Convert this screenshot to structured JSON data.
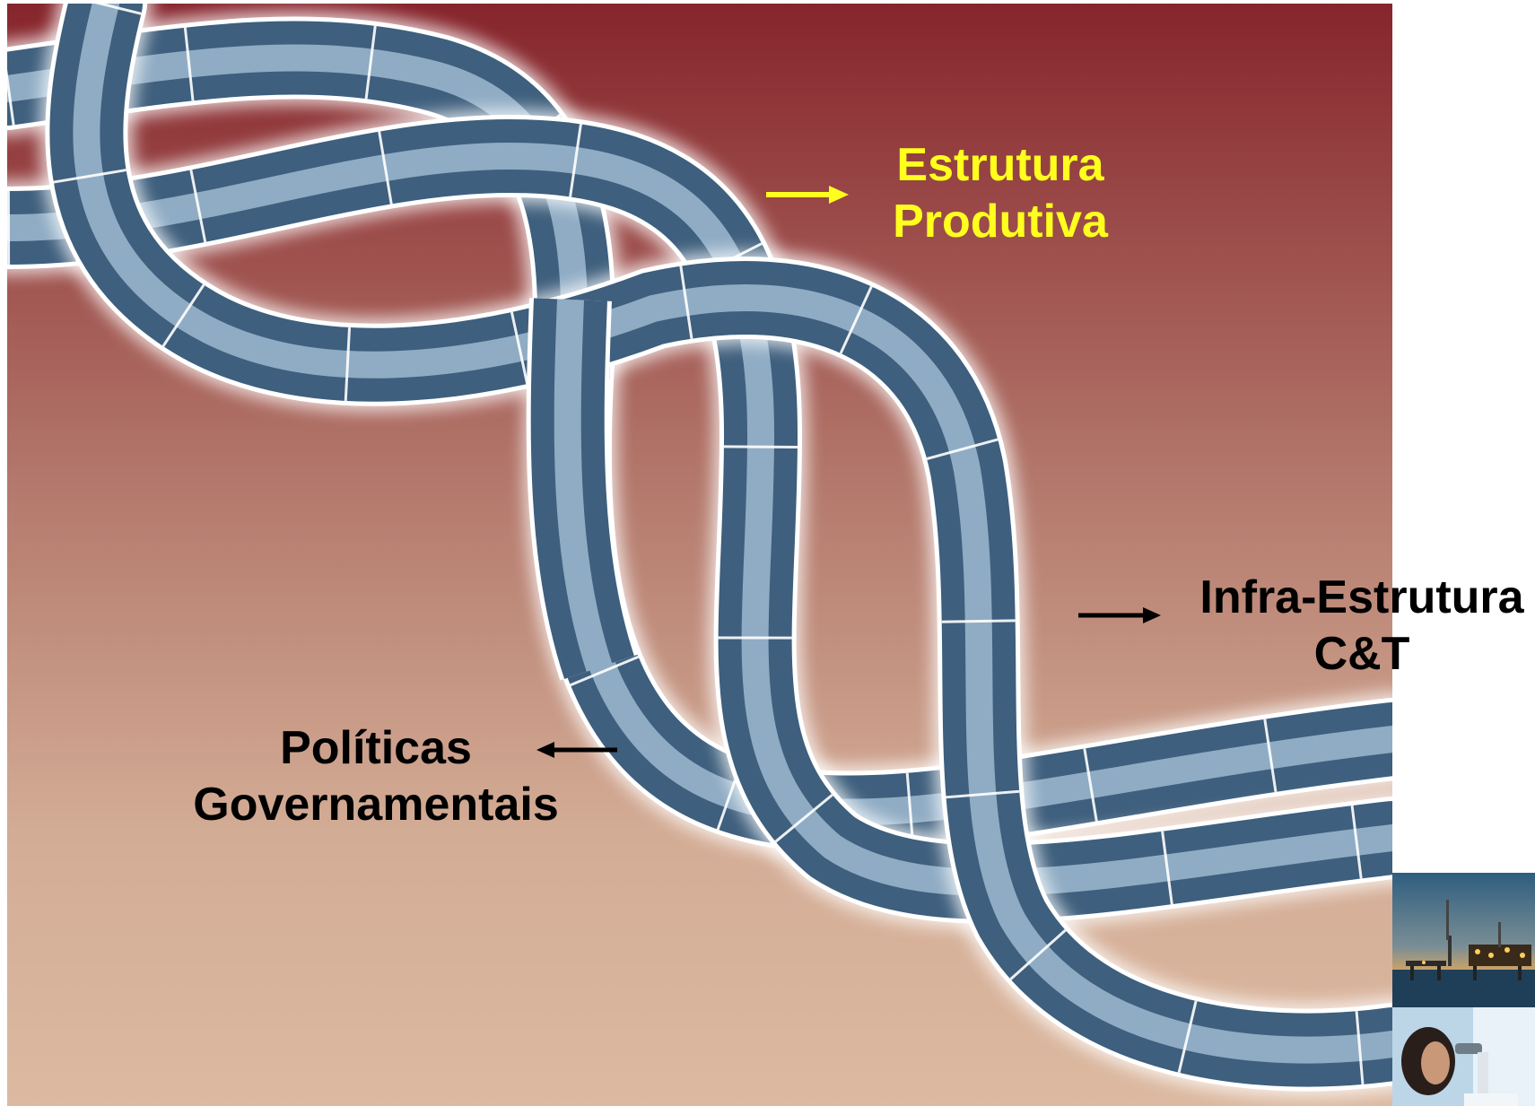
{
  "labels": {
    "estrutura_produtiva": {
      "line1": "Estrutura",
      "line2": "Produtiva",
      "color": "#ffff1e"
    },
    "infra_estrutura": {
      "line1": "Infra-Estrutura",
      "line2": "C&T",
      "color": "#000000"
    },
    "politicas": {
      "line1": "Políticas",
      "line2": "Governamentais",
      "color": "#000000"
    }
  },
  "colors": {
    "background_top": "#86252c",
    "background_mid": "#bf8c7c",
    "background_bottom": "#dcb9a0",
    "strand_dark": "#3e5f7d",
    "strand_light": "#c9dbe8",
    "glow": "#ffffff"
  },
  "photos": [
    {
      "name": "offshore-oil-platform"
    },
    {
      "name": "scientist-with-microscope"
    }
  ]
}
